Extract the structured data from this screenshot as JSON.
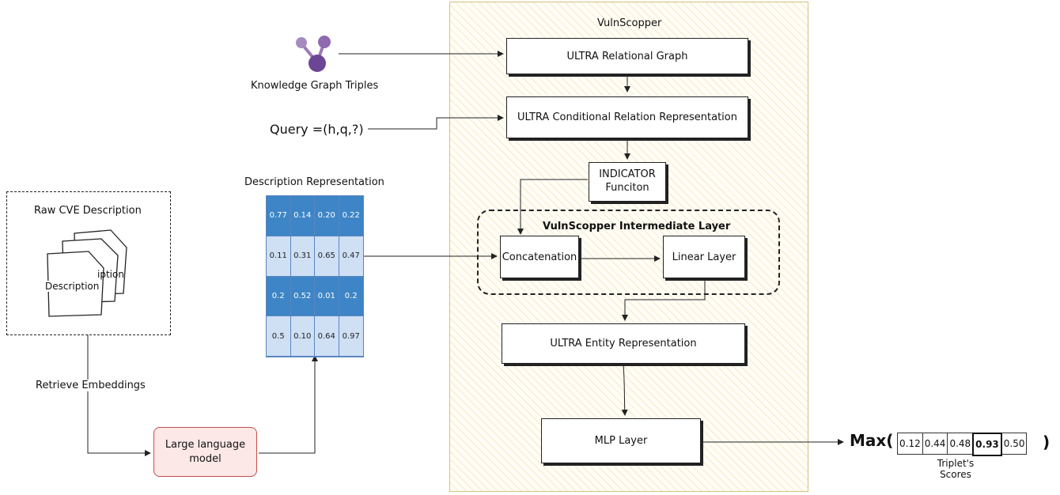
{
  "panel": {
    "title": "VulnScopper",
    "intermediate_title": "VulnScopper Intermediate Layer"
  },
  "nodes": {
    "relational_graph": "ULTRA Relational Graph",
    "conditional_relation": "ULTRA Conditional Relation Representation",
    "indicator": "INDICATOR Funciton",
    "concatenation": "Concatenation",
    "linear_layer": "Linear Layer",
    "entity_representation": "ULTRA Entity Representation",
    "mlp_layer": "MLP Layer",
    "llm": "Large language model"
  },
  "inputs": {
    "kg_triples": "Knowledge Graph Triples",
    "query": "Query =(h,q,?)",
    "raw_cve": "Raw CVE Description",
    "doc_front": "Description",
    "doc_back": "iption",
    "retrieve": "Retrieve Embeddings",
    "desc_rep_title": "Description Representation"
  },
  "embedding": [
    [
      "0.77",
      "0.14",
      "0.20",
      "0.22"
    ],
    [
      "0.11",
      "0.31",
      "0.65",
      "0.47"
    ],
    [
      "0.2",
      "0.52",
      "0.01",
      "0.2"
    ],
    [
      "0.5",
      "0.10",
      "0.64",
      "0.97"
    ]
  ],
  "output": {
    "max_open": "Max(",
    "max_close": ")",
    "scores": [
      "0.12",
      "0.44",
      "0.48",
      "0.93",
      "0.50"
    ],
    "highlight_index": 3,
    "caption": "Triplet's Scores"
  },
  "colors": {
    "cell_dark": "#3d85c6",
    "cell_light": "#cfe0f5",
    "llm_border": "#c0504d",
    "panel_border": "#d8c27a"
  }
}
